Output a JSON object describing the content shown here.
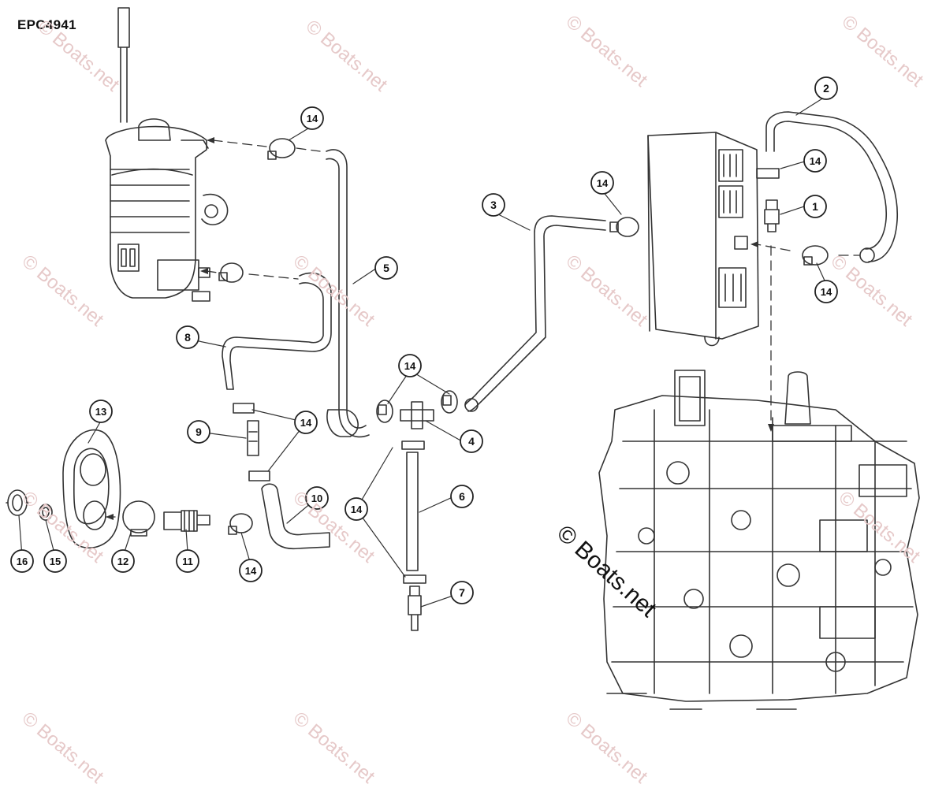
{
  "diagram_code": "EPC4941",
  "brand_label": "© Boats.net",
  "watermark": "© Boats.net",
  "callouts": [
    {
      "id": "c1",
      "label": "1"
    },
    {
      "id": "c2",
      "label": "2"
    },
    {
      "id": "c3",
      "label": "3"
    },
    {
      "id": "c4",
      "label": "4"
    },
    {
      "id": "c5",
      "label": "5"
    },
    {
      "id": "c6",
      "label": "6"
    },
    {
      "id": "c7",
      "label": "7"
    },
    {
      "id": "c8",
      "label": "8"
    },
    {
      "id": "c9",
      "label": "9"
    },
    {
      "id": "c10",
      "label": "10"
    },
    {
      "id": "c11",
      "label": "11"
    },
    {
      "id": "c12",
      "label": "12"
    },
    {
      "id": "c13",
      "label": "13"
    },
    {
      "id": "c14a",
      "label": "14"
    },
    {
      "id": "c14b",
      "label": "14"
    },
    {
      "id": "c14c",
      "label": "14"
    },
    {
      "id": "c14d",
      "label": "14"
    },
    {
      "id": "c14e",
      "label": "14"
    },
    {
      "id": "c14f",
      "label": "14"
    },
    {
      "id": "c14g",
      "label": "14"
    },
    {
      "id": "c14h",
      "label": "14"
    },
    {
      "id": "c15",
      "label": "15"
    },
    {
      "id": "c16",
      "label": "16"
    }
  ]
}
